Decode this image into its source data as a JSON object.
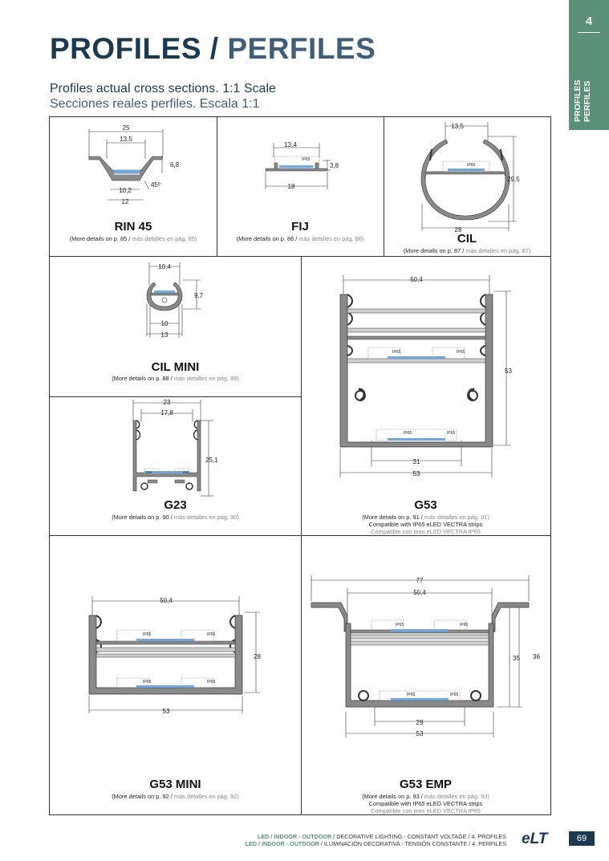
{
  "tab": {
    "number": "4",
    "line1": "PROFILES",
    "line2": "PERFILES"
  },
  "title": {
    "part1": "PROFILES / ",
    "part2": "PERFILES"
  },
  "subtitle_en": "Profiles actual cross sections. 1:1 Scale",
  "subtitle_es": "Secciones reales perfiles. Escala 1:1",
  "profiles": {
    "rin45": {
      "name": "RIN 45",
      "details_en": "(More details on p. 85 / ",
      "details_es": "más detalles en pág. 85)",
      "dims": [
        "25",
        "13,5",
        "6,8",
        "45º",
        "10,2",
        "12"
      ]
    },
    "fij": {
      "name": "FIJ",
      "details_en": "(More details on p. 86 / ",
      "details_es": "más detalles en pág. 86)",
      "dims": [
        "13,4",
        "3,8",
        "18"
      ],
      "tag": "IP65"
    },
    "cil": {
      "name": "CIL",
      "details_en": "(More details on p. 87 / ",
      "details_es": "más detalles en pág. 87)",
      "dims": [
        "13,5",
        "29,5",
        "28"
      ],
      "tag": "IP65"
    },
    "cilmini": {
      "name": "CIL MINI",
      "details_en": "(More details on p. 88 / ",
      "details_es": "más detalles en pág. 88)",
      "dims": [
        "10,4",
        "9,7",
        "10",
        "13"
      ]
    },
    "g23": {
      "name": "G23",
      "details_en": "(More details on p. 90 / ",
      "details_es": "más detalles en pág. 90)",
      "dims": [
        "23",
        "17,8",
        "25,1"
      ],
      "tag": "IP65"
    },
    "g53": {
      "name": "G53",
      "details_en": "(More details on p. 91 / ",
      "details_es": "más detalles en pág. 91)",
      "compat_en": "Compatible with IP65 eLED VECTRA strips",
      "compat_es": "Compatible con tiras eLED VECTRA IP65",
      "dims": [
        "50,4",
        "53",
        "31",
        "53"
      ],
      "tag": "IP65"
    },
    "g53mini": {
      "name": "G53 MINI",
      "details_en": "(More details on p. 92 / ",
      "details_es": "más detalles en pág. 92)",
      "dims": [
        "50,4",
        "28",
        "53"
      ],
      "tag": "IP65"
    },
    "g53emp": {
      "name": "G53 EMP",
      "details_en": "(More details on p. 93 / ",
      "details_es": "más detalles en pág. 93)",
      "compat_en": "Compatible with IP65 eLED VECTRA strips",
      "compat_es": "Compatible con tiras eLED VECTRA IP65",
      "dims": [
        "77",
        "50,4",
        "35",
        "36",
        "29",
        "53"
      ],
      "tag": "IP65"
    }
  },
  "footer": {
    "line1_brand": "LED / INDOOR - OUTDOOR",
    "line1_rest": " / DECORATIVE LIGHTING - CONSTANT VOLTAGE / 4. PROFILES",
    "line2_brand": "LED / INDOOR - OUTDOOR",
    "line2_rest": " / ILUMINACIÓN DECORATIVA - TENSIÓN CONSTANTE / 4. PERFILES",
    "logo": "eLT",
    "page_number": "69"
  }
}
